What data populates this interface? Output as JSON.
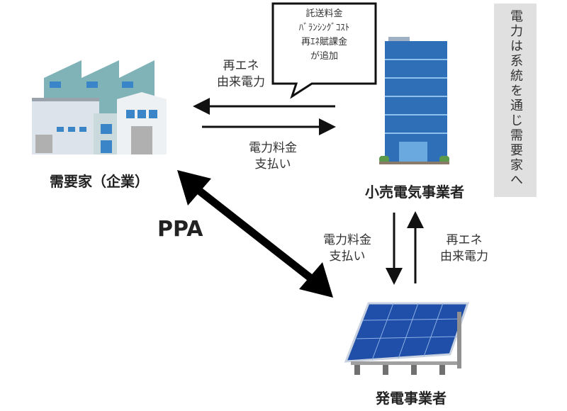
{
  "nodes": {
    "consumer": {
      "label": "需要家（企業）",
      "icon": "factory-icon"
    },
    "retailer": {
      "label": "小売電気事業者",
      "icon": "office-building-icon"
    },
    "generator": {
      "label": "発電事業者",
      "icon": "solar-panel-icon"
    }
  },
  "flows": {
    "retailer_to_consumer": {
      "lines": [
        "再エネ",
        "由来電力"
      ]
    },
    "consumer_to_retailer": {
      "lines": [
        "電力料金",
        "支払い"
      ]
    },
    "retailer_to_generator": {
      "lines": [
        "電力料金",
        "支払い"
      ]
    },
    "generator_to_retailer": {
      "lines": [
        "再エネ",
        "由来電力"
      ]
    },
    "ppa": {
      "label": "PPA"
    }
  },
  "callout": {
    "lines": [
      "託送料金",
      "ﾊﾞﾗﾝｼﾝｸﾞｺｽﾄ",
      "再ｴﾈ賦課金",
      "が追加"
    ]
  },
  "side_note": {
    "text": "電力は系統を通じ需要家へ"
  },
  "colors": {
    "accent_blue": "#2f6fb8",
    "factory_teal": "#7fb3b8",
    "note_bg": "#e0e0e0"
  }
}
